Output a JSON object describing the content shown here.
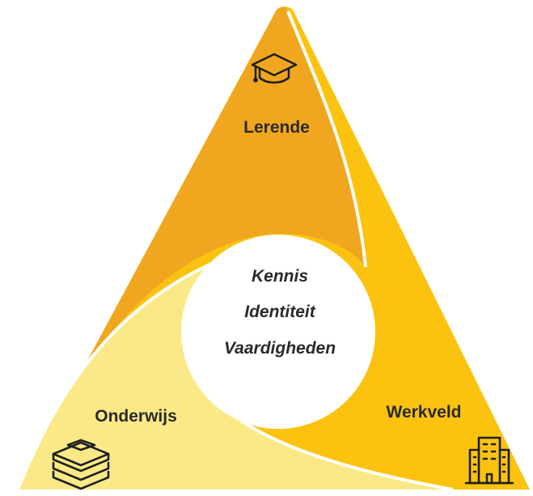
{
  "diagram": {
    "segments": {
      "lerende": {
        "label": "Lerende",
        "icon": "graduation-cap-icon",
        "color": "#F0A71F"
      },
      "werkveld": {
        "label": "Werkveld",
        "icon": "office-building-icon",
        "color": "#FBC30F"
      },
      "onderwijs": {
        "label": "Onderwijs",
        "icon": "book-stack-icon",
        "color": "#FBE987"
      }
    },
    "center": {
      "lines": [
        "Kennis",
        "Identiteit",
        "Vaardigheden"
      ],
      "background": "#FFFFFF"
    },
    "text_color": "#2A2A2A"
  }
}
